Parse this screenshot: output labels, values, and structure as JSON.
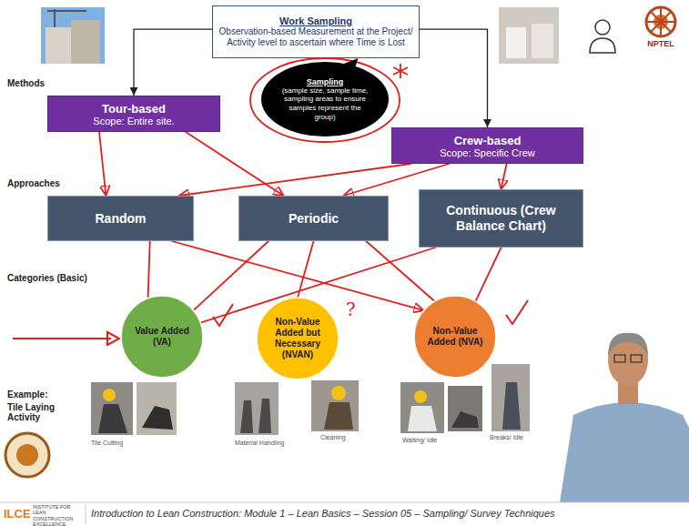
{
  "diagram": {
    "nodes": [
      {
        "text": [
          "Work Sampling",
          "Observation-based Measurement at the Project/ Activity level to ascertain where Time is Lost"
        ]
      },
      {
        "text": [
          "Sampling",
          "(sample size, sample time, sampling areas to ensure samples represent the group)"
        ]
      },
      {
        "text": [
          "Tour-based",
          "Scope: Entire site."
        ]
      },
      {
        "text": [
          "Crew-based",
          "Scope: Specific Crew"
        ]
      },
      {
        "text": [
          "Random"
        ]
      },
      {
        "text": [
          "Periodic"
        ]
      },
      {
        "text": [
          "Continuous (Crew Balance Chart)"
        ]
      },
      {
        "text": [
          "Value Added (VA)"
        ]
      },
      {
        "text": [
          "Non-Value Added but Necessary (NVAN)"
        ]
      },
      {
        "text": [
          "Non-Value Added (NVA)"
        ]
      }
    ],
    "edges": [
      {
        "from": 0,
        "to": 2,
        "arrow": "to"
      },
      {
        "from": 0,
        "to": 3,
        "arrow": "to"
      },
      {
        "from": 2,
        "to": 4,
        "arrow": "to"
      },
      {
        "from": 2,
        "to": 5,
        "arrow": "to"
      },
      {
        "from": 3,
        "to": 4,
        "arrow": "to"
      },
      {
        "from": 3,
        "to": 5,
        "arrow": "to"
      },
      {
        "from": 3,
        "to": 6,
        "arrow": "to"
      },
      {
        "from": 4,
        "to": 7,
        "arrow": "none"
      },
      {
        "from": 4,
        "to": 9,
        "arrow": "to"
      },
      {
        "from": 5,
        "to": 7,
        "arrow": "none"
      },
      {
        "from": 5,
        "to": 8,
        "arrow": "none"
      },
      {
        "from": 5,
        "to": 9,
        "arrow": "none"
      },
      {
        "from": 6,
        "to": 7,
        "arrow": "none"
      },
      {
        "from": 6,
        "to": 9,
        "arrow": "none"
      }
    ],
    "labels": [
      "Methods",
      "Approaches",
      "Categories (Basic)",
      "Example:",
      "Tile Laying Activity",
      "Tile Cutting",
      "Material Handling",
      "Cleaning",
      "Waiting/ Idle",
      "Breaks/ Idle",
      "?",
      "NPTEL",
      "ILCE",
      "INSTITUTE FOR LEAN CONSTRUCTION EXCELLENCE",
      "Introduction to Lean Construction: Module 1 – Lean Basics – Session 05 – Sampling/ Survey Techniques"
    ]
  }
}
